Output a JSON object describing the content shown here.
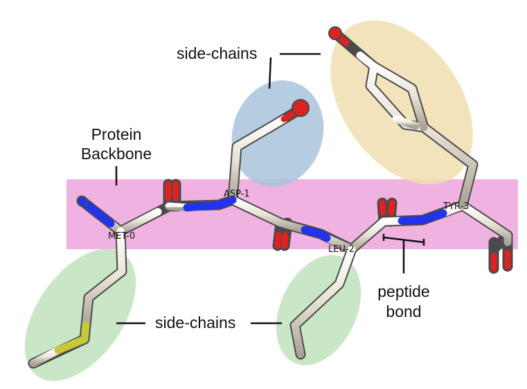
{
  "labels": {
    "side_chains_top": "side-chains",
    "side_chains_bottom": "side-chains",
    "backbone_line1": "Protein",
    "backbone_line2": "Backbone",
    "peptide_line1": "peptide",
    "peptide_line2": "bond"
  },
  "residues": [
    "MET-0",
    "ASP-1",
    "LEU-2",
    "TYR-3"
  ],
  "colors": {
    "backbone_band": "#eeaadd",
    "side_chain_green": "#bfe3bd",
    "side_chain_blue": "#a9c3dc",
    "side_chain_yellow": "#f0deb0",
    "carbon": "#e6e0d2",
    "nitrogen": "#2233ee",
    "oxygen": "#dd2222",
    "sulfur": "#c8c83a"
  }
}
